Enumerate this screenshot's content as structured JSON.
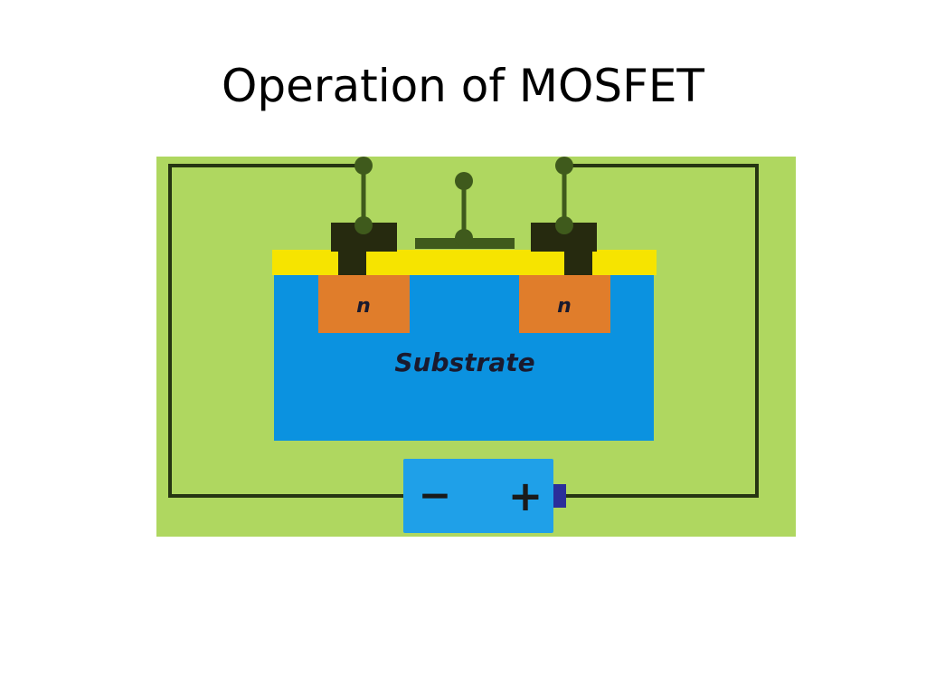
{
  "slide": {
    "title": "Operation of MOSFET"
  },
  "diagram": {
    "n_region_left_label": "n",
    "n_region_right_label": "n",
    "substrate_label": "Substrate",
    "battery_negative_symbol": "−",
    "battery_positive_symbol": "+",
    "colors": {
      "background": "#afd760",
      "substrate": "#0b92e0",
      "n_region": "#e07d2b",
      "oxide_layer": "#f6e400",
      "metal_contacts": "#262a0f",
      "wire": "#263512",
      "terminal_node": "#3f5a1c",
      "battery_body": "#1fa0e8",
      "battery_terminal": "#2b2e9a"
    }
  }
}
